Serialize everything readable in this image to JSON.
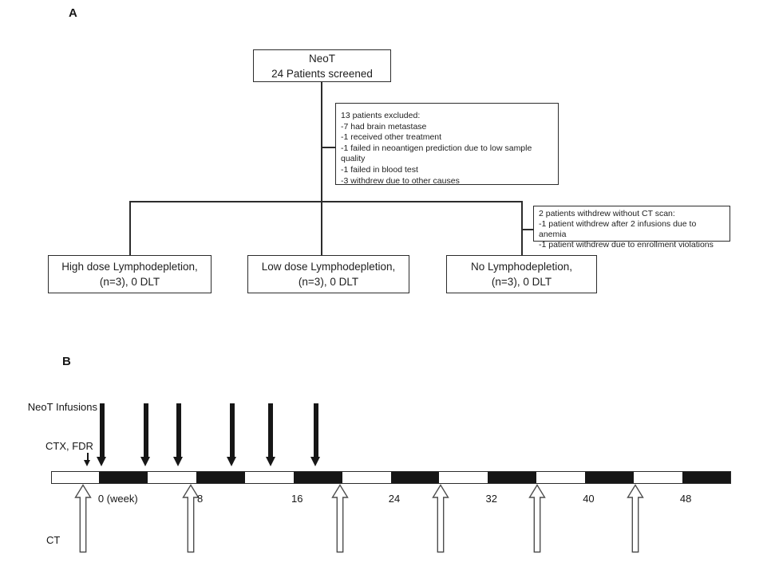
{
  "figure": {
    "panel_a_label": "A",
    "panel_b_label": "B"
  },
  "panel_a": {
    "screened_box": {
      "line1": "NeoT",
      "line2": "24 Patients screened"
    },
    "excluded_box": {
      "lines": [
        "13 patients excluded:",
        "-7 had brain metastase",
        "-1 received other treatment",
        "-1 failed in neoantigen prediction due to low sample quality",
        "-1 failed in blood test",
        "-3 withdrew due to other causes"
      ]
    },
    "withdrew_box": {
      "lines": [
        "2 patients withdrew without CT scan:",
        "-1 patient withdrew after 2 infusions due to anemia",
        "-1 patient withdrew due to enrollment violations"
      ]
    },
    "arms": [
      {
        "line1": "High dose Lymphodepletion,",
        "line2": "(n=3), 0 DLT"
      },
      {
        "line1": "Low dose Lymphodepletion,",
        "line2": "(n=3), 0 DLT"
      },
      {
        "line1": "No Lymphodepletion,",
        "line2": "(n=3), 0 DLT"
      }
    ]
  },
  "panel_b": {
    "infusions_label": "NeoT Infusions",
    "ctx_label": "CTX, FDR",
    "ct_label": "CT"
  },
  "chart_data": {
    "type": "timeline",
    "description": "Treatment schema: NeoT infusions shown as solid black down-arrows, CTX/FDR lymphodepletion as a small black down-arrow, and CT scans as open up-arrows along a week axis drawn as a bar of alternating white/black 4-week blocks",
    "axis": {
      "unit": "week",
      "start": -4,
      "end": 52,
      "segment_length_weeks": 4,
      "black_segments_start_weeks": [
        0,
        8,
        16,
        24,
        32,
        40,
        48
      ]
    },
    "week_tick_labels": [
      {
        "label": "0 (week)",
        "week": 0
      },
      {
        "label": "8",
        "week": 8
      },
      {
        "label": "16",
        "week": 16
      },
      {
        "label": "24",
        "week": 24
      },
      {
        "label": "32",
        "week": 32
      },
      {
        "label": "40",
        "week": 40
      },
      {
        "label": "48",
        "week": 48
      }
    ],
    "neot_infusion_weeks": [
      0.2,
      3.8,
      6.5,
      10.9,
      14.1,
      17.8
    ],
    "ctx_fdr_week": -1,
    "ct_scan_weeks": [
      -1.4,
      7.5,
      19.8,
      28.1,
      36.0,
      44.1
    ],
    "colors": {
      "arrow_black": "#161616",
      "ct_arrow_fill": "#ffffff",
      "ct_arrow_stroke": "#4d4d4d",
      "bar_black": "#161616",
      "bar_border": "#2c2c2c"
    }
  }
}
